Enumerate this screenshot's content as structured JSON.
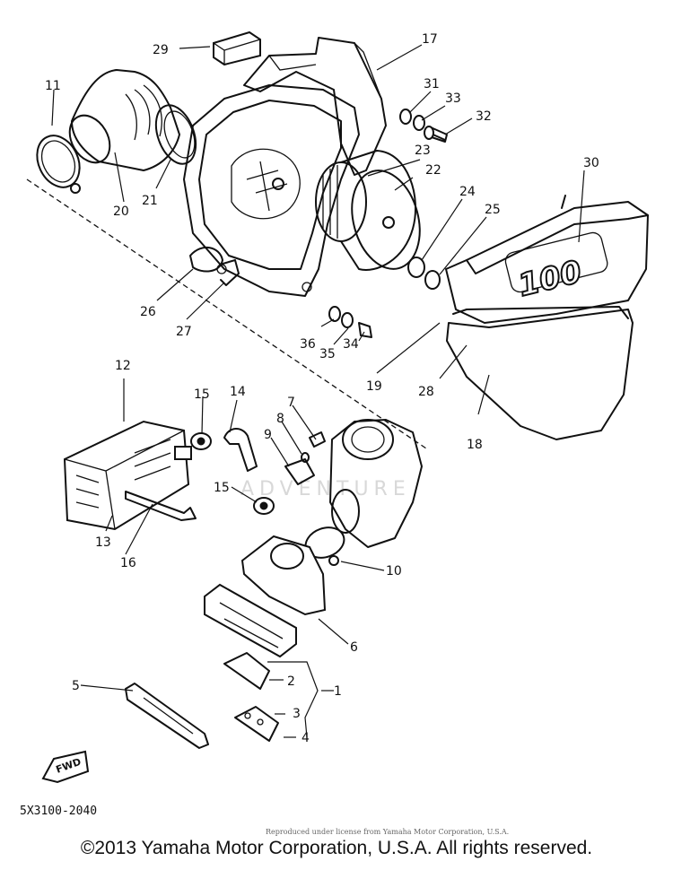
{
  "diagram": {
    "callouts": [
      "1",
      "2",
      "3",
      "4",
      "5",
      "6",
      "7",
      "8",
      "9",
      "10",
      "11",
      "12",
      "13",
      "14",
      "15",
      "15",
      "16",
      "17",
      "18",
      "19",
      "20",
      "21",
      "22",
      "23",
      "24",
      "25",
      "26",
      "27",
      "28",
      "29",
      "30",
      "31",
      "32",
      "33",
      "34",
      "35",
      "36"
    ],
    "drawing_code": "5X3100-2040",
    "fwd_arrow_label": "FWD",
    "cover_marking": "100",
    "watermark": "ADVENTURE",
    "small_print": "Reproduced under license from Yamaha Motor Corporation, U.S.A."
  },
  "footer": {
    "copyright": "©2013 Yamaha Motor Corporation, U.S.A. All rights reserved."
  }
}
